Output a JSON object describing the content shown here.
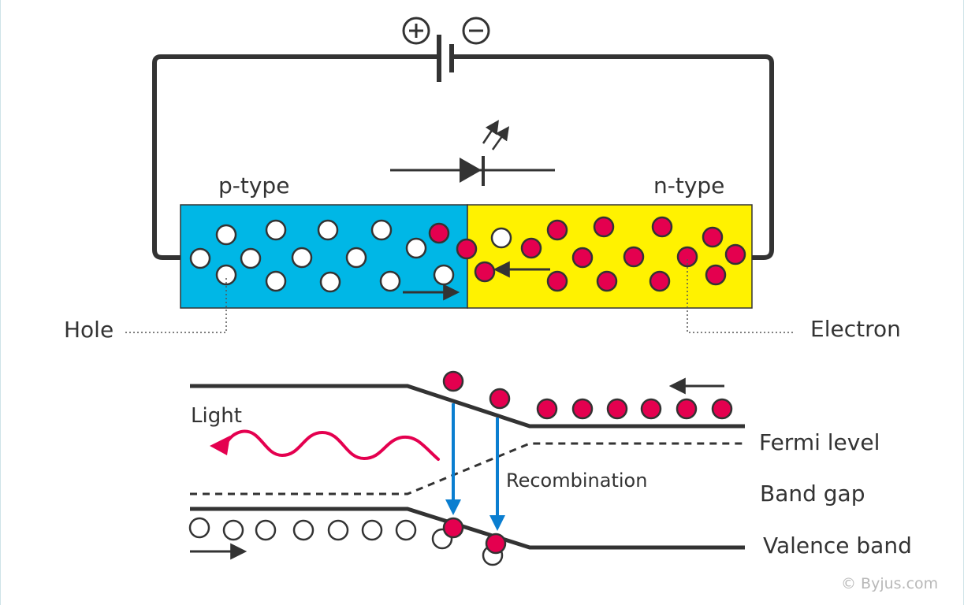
{
  "labels": {
    "p_type": "p-type",
    "n_type": "n-type",
    "hole": "Hole",
    "electron": "Electron",
    "light": "Light",
    "recombination": "Recombination",
    "fermi_level": "Fermi level",
    "band_gap": "Band gap",
    "valence_band": "Valence band",
    "credit": "© Byjus.com"
  },
  "colors": {
    "p_region": "#00b7e6",
    "n_region": "#fff200",
    "electron": "#e4004f",
    "hole": "#ffffff",
    "wire": "#333333",
    "recombination_arrow": "#0a7ed0",
    "light_wave": "#e4004f"
  },
  "icons": {
    "battery": "battery-symbol-icon",
    "led": "led-diode-symbol-icon",
    "plus": "plus-terminal-icon",
    "minus": "minus-terminal-icon"
  }
}
